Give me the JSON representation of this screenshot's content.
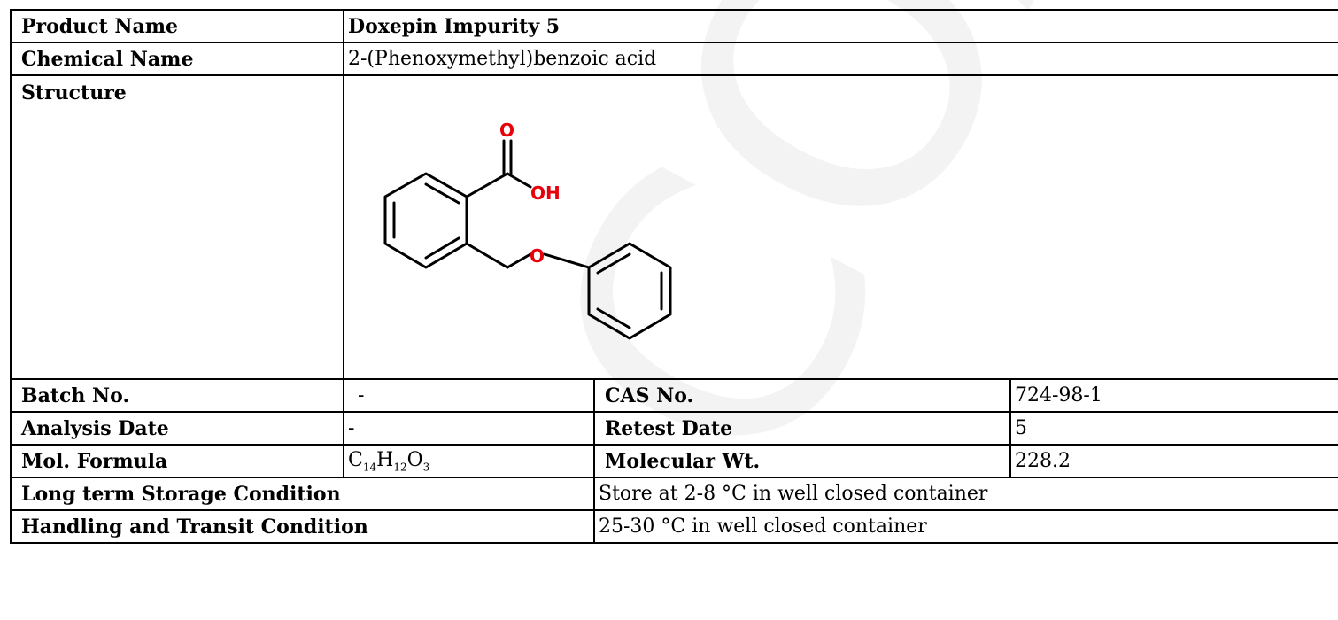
{
  "product": {
    "name_label": "Product Name",
    "name_value": "Doxepin Impurity 5",
    "chem_label": "Chemical Name",
    "chem_value": "2-(Phenoxymethyl)benzoic acid",
    "structure_label": "Structure",
    "structure_atoms": {
      "o_top": "O",
      "oh": "OH",
      "o_ether": "O"
    }
  },
  "details": {
    "batch_label": "Batch No.",
    "batch_value": "-",
    "cas_label": "CAS No.",
    "cas_value": "724-98-1",
    "analysis_label": "Analysis Date",
    "analysis_value": "-",
    "retest_label": "Retest Date",
    "retest_value": "5",
    "formula_label": "Mol. Formula",
    "formula": {
      "c": "C",
      "c_n": "14",
      "h": "H",
      "h_n": "12",
      "o": "O",
      "o_n": "3"
    },
    "mw_label": "Molecular Wt.",
    "mw_value": "228.2",
    "storage_label": "Long term Storage Condition",
    "storage_value": "Store at 2-8 °C in well closed container",
    "transit_label": "Handling and Transit Condition",
    "transit_value": "25-30 °C in well closed container"
  },
  "watermark": {
    "text": "COA",
    "color": "#f2f2f2"
  },
  "colors": {
    "oxygen": "#e8000b",
    "bond": "#000000"
  }
}
